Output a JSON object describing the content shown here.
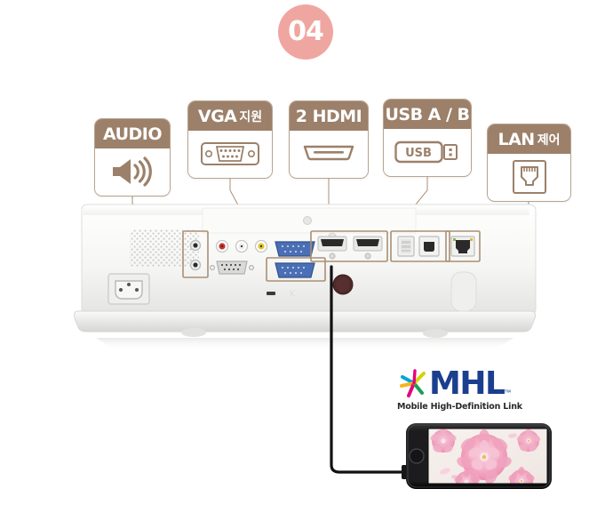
{
  "step": {
    "number": "04",
    "badge_color": "#f0a6a0"
  },
  "theme": {
    "accent_brown": "#9c8069",
    "border_brown": "#b9a48f",
    "background": "#ffffff",
    "mhl_blue": "#1b3f8f"
  },
  "features": [
    {
      "id": "audio",
      "label_latin": "AUDIO",
      "label_korean": "",
      "icon": "speaker-icon"
    },
    {
      "id": "vga",
      "label_latin": "VGA",
      "label_korean": "지원",
      "icon": "vga-db9-port-icon"
    },
    {
      "id": "hdmi",
      "label_latin": "2 HDMI",
      "label_korean": "",
      "icon": "hdmi-port-icon"
    },
    {
      "id": "usb",
      "label_latin": "USB A / B",
      "label_korean": "",
      "icon": "usb-drive-icon",
      "icon_label": "USB"
    },
    {
      "id": "lan",
      "label_latin": "LAN",
      "label_korean": "제어",
      "icon": "rj45-port-icon"
    }
  ],
  "product": {
    "name": "projector-rear-panel",
    "ports": [
      {
        "name": "audio-out-jack",
        "color": "#2b2b2b"
      },
      {
        "name": "audio-in-jack",
        "color": "#2b2b2b"
      },
      {
        "name": "rca-video-red",
        "color": "#c8362f"
      },
      {
        "name": "rca-video-white",
        "color": "#e8e8e8"
      },
      {
        "name": "rca-video-yellow",
        "color": "#e3c42a"
      },
      {
        "name": "rs232-serial-port",
        "color": "#d8d8d4"
      },
      {
        "name": "vga-out-port",
        "color": "#4a6fb5"
      },
      {
        "name": "vga-in-port",
        "color": "#4a6fb5"
      },
      {
        "name": "hdmi-port-1",
        "color": "#2a2a2a"
      },
      {
        "name": "hdmi-port-2",
        "color": "#2a2a2a"
      },
      {
        "name": "usb-a-port",
        "color": "#d8d8d4"
      },
      {
        "name": "usb-b-port",
        "color": "#2a2a2a"
      },
      {
        "name": "lan-rj45-port",
        "color": "#2a2a2a"
      },
      {
        "name": "power-inlet",
        "color": "#e9e9e9"
      },
      {
        "name": "speaker-grille",
        "color": "#dcdcdc"
      }
    ]
  },
  "mhl": {
    "wordmark": "MHL",
    "trademark": "™",
    "tagline": "Mobile High-Definition Link",
    "mark_colors": [
      "#f5b521",
      "#1f9d55",
      "#e5007e",
      "#00a6d6",
      "#d6d200"
    ]
  },
  "phone": {
    "name": "smartphone-landscape",
    "body_color": "#1c1c1e",
    "screen_content": "pink-dahlia-flowers-photo",
    "cable_connected": true
  },
  "cable": {
    "name": "mhl-hdmi-cable",
    "color": "#111111"
  }
}
